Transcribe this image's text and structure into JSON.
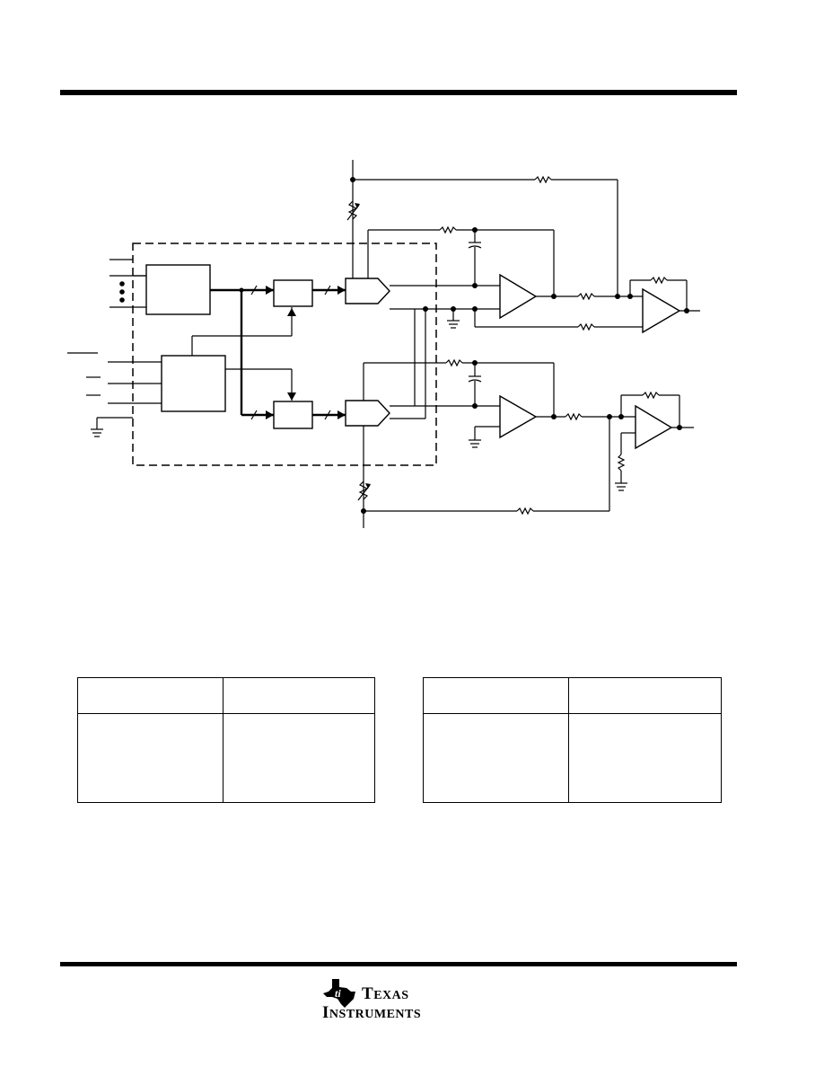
{
  "header": {
    "rule": "top-rule"
  },
  "schematic": {
    "components": [
      "input-block",
      "control-block",
      "dac-latch-top",
      "dac-latch-bottom",
      "comparator-top",
      "comparator-bottom",
      "integrator-amp-top",
      "integrator-amp-bottom",
      "output-amp-top",
      "output-amp-bottom",
      "ground-symbols",
      "resistors",
      "capacitors",
      "potentiometers"
    ],
    "boundary": "dashed"
  },
  "tables": {
    "left": {
      "header": [
        "",
        ""
      ],
      "rows": [
        [
          "",
          ""
        ]
      ]
    },
    "right": {
      "header": [
        "",
        ""
      ],
      "rows": [
        [
          "",
          ""
        ]
      ]
    }
  },
  "footer": {
    "logo": {
      "line1_initial": "T",
      "line1_rest": "EXAS",
      "line2_initial": "I",
      "line2_rest": "NSTRUMENTS",
      "icon": "texas-state-icon"
    }
  }
}
